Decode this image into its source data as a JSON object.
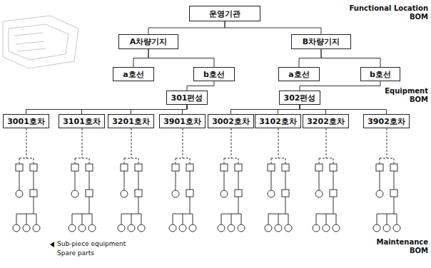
{
  "diagram": {
    "nodes": [
      {
        "text": [
          "운영기관"
        ]
      },
      {
        "text": [
          "A차량기지"
        ]
      },
      {
        "text": [
          "B차량기지"
        ]
      },
      {
        "text": [
          "a호선"
        ]
      },
      {
        "text": [
          "b호선"
        ]
      },
      {
        "text": [
          "a호선"
        ]
      },
      {
        "text": [
          "b호선"
        ]
      },
      {
        "text": [
          "301편성"
        ]
      },
      {
        "text": [
          "302편성"
        ]
      },
      {
        "text": [
          "3001호차"
        ]
      },
      {
        "text": [
          "3101호차"
        ]
      },
      {
        "text": [
          "3201호차"
        ]
      },
      {
        "text": [
          "3901호차"
        ]
      },
      {
        "text": [
          "3002호차"
        ]
      },
      {
        "text": [
          "3102호차"
        ]
      },
      {
        "text": [
          "3202호차"
        ]
      },
      {
        "text": [
          "3902호차"
        ]
      }
    ],
    "edges": [
      {
        "from": 0,
        "to": 1,
        "arrow": "none"
      },
      {
        "from": 0,
        "to": 2,
        "arrow": "none"
      },
      {
        "from": 1,
        "to": 3,
        "arrow": "none"
      },
      {
        "from": 1,
        "to": 4,
        "arrow": "none"
      },
      {
        "from": 2,
        "to": 5,
        "arrow": "none"
      },
      {
        "from": 2,
        "to": 6,
        "arrow": "none"
      },
      {
        "from": 4,
        "to": 7,
        "arrow": "none"
      },
      {
        "from": 6,
        "to": 8,
        "arrow": "none"
      },
      {
        "from": 7,
        "to": 9,
        "arrow": "none"
      },
      {
        "from": 7,
        "to": 10,
        "arrow": "none"
      },
      {
        "from": 7,
        "to": 11,
        "arrow": "none"
      },
      {
        "from": 7,
        "to": 12,
        "arrow": "none"
      },
      {
        "from": 8,
        "to": 13,
        "arrow": "none"
      },
      {
        "from": 8,
        "to": 14,
        "arrow": "none"
      },
      {
        "from": 8,
        "to": 15,
        "arrow": "none"
      },
      {
        "from": 8,
        "to": 16,
        "arrow": "none"
      }
    ],
    "labels": [
      "Functional Location BOM",
      "Equipment BOM",
      "Maintenance BOM",
      "Sub-piece equipment",
      "Spare parts"
    ]
  }
}
